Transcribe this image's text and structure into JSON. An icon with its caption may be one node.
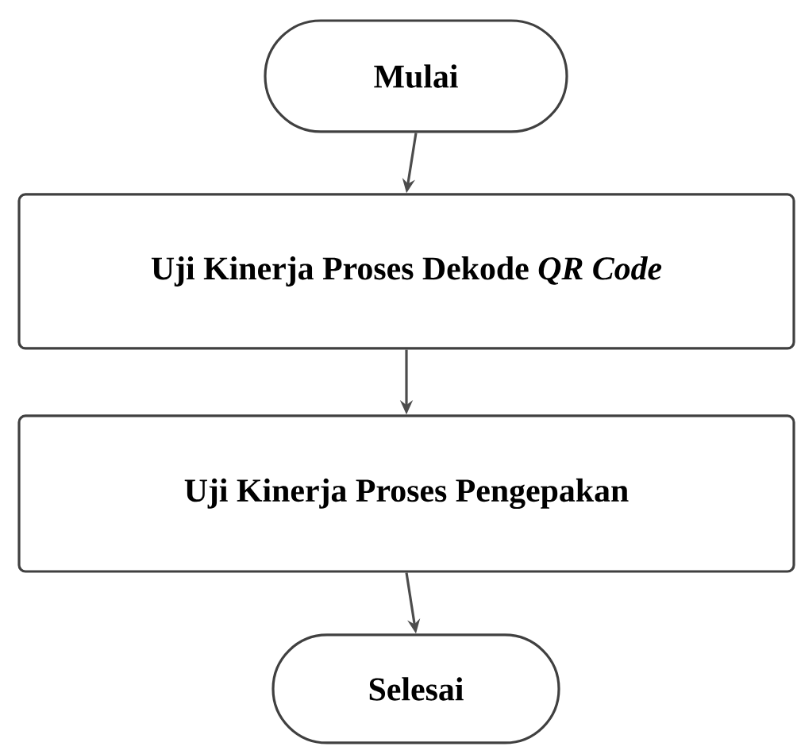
{
  "diagram": {
    "nodes": [
      {
        "text": [
          "Mulai"
        ]
      },
      {
        "text": [
          "Uji Kinerja Proses Dekode *QR Code*"
        ]
      },
      {
        "text": [
          "Uji Kinerja Proses Pengepakan"
        ]
      },
      {
        "text": [
          "Selesai"
        ]
      }
    ],
    "edges": [
      {
        "from": 0,
        "to": 1,
        "arrow": "to"
      },
      {
        "from": 1,
        "to": 2,
        "arrow": "to"
      },
      {
        "from": 2,
        "to": 3,
        "arrow": "to"
      }
    ]
  }
}
